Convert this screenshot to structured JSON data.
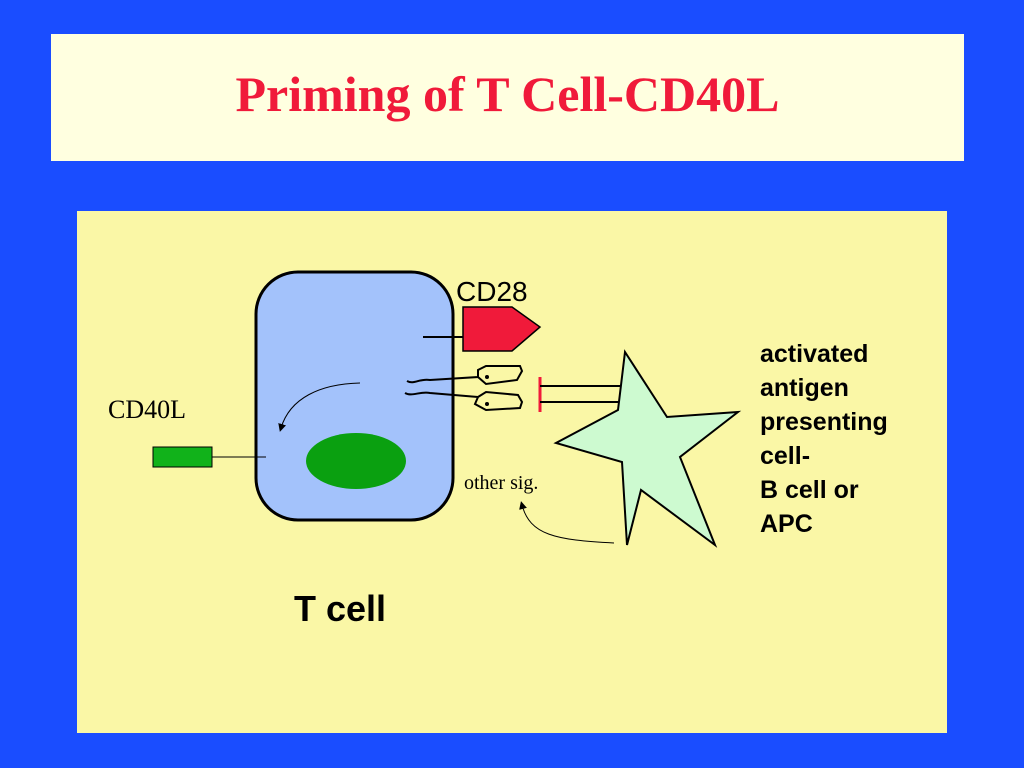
{
  "slide": {
    "title": "Priming of T Cell-CD40L"
  },
  "diagram": {
    "label_cd28": "CD28",
    "label_cd40l": "CD40L",
    "label_other_sig": "other sig.",
    "label_t_cell": "T cell",
    "apc_description": [
      "activated",
      "antigen",
      "presenting",
      "cell-",
      "B cell or",
      "APC"
    ]
  },
  "colors": {
    "background": "#1a4dff",
    "title_box": "#ffffe0",
    "title_text": "#f01a3a",
    "panel": "#faf7a6",
    "t_cell": "#a3c2fb",
    "nucleus": "#0aa010",
    "cd40l_block": "#11b21a",
    "cd28": "#f01a3a",
    "apc_star": "#cdfad0"
  }
}
